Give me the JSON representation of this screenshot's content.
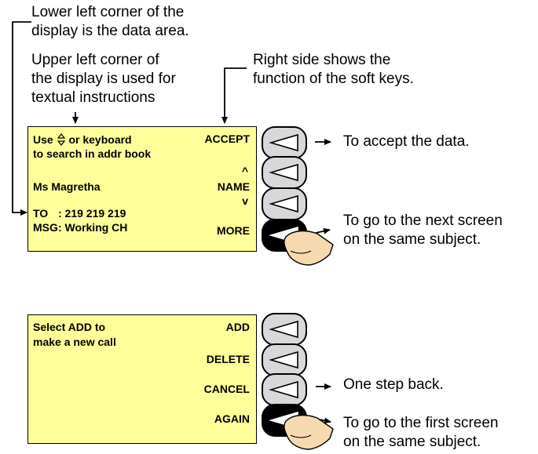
{
  "annotations": {
    "lower_left": [
      "Lower left corner of the",
      "display is the data area."
    ],
    "upper_left": [
      "Upper left corner of",
      "the display is used for",
      "textual instructions"
    ],
    "right_side": [
      "Right side shows the",
      "function of the soft keys."
    ],
    "accept_note": "To accept the data.",
    "more_note": [
      "To go to the next screen",
      "on the same subject."
    ],
    "cancel_note": "One step back.",
    "again_note": [
      "To go to the first screen",
      "on the same subject."
    ]
  },
  "display1": {
    "instr_use": "Use",
    "instr_rest": "or keyboard",
    "instr_line2": "to search in addr book",
    "name": "Ms Magretha",
    "to_label": "TO",
    "to_value": ": 219 219 219",
    "msg_label": "MSG",
    "msg_value": ": Working CH",
    "keys": {
      "accept": "ACCEPT",
      "up": "^",
      "name": "NAME",
      "down": "v",
      "more": "MORE"
    }
  },
  "display2": {
    "instr_line1": "Select ADD to",
    "instr_line2": "make a new call",
    "keys": {
      "add": "ADD",
      "delete": "DELETE",
      "cancel": "CANCEL",
      "again": "AGAIN"
    }
  },
  "colors": {
    "lcd": "#FFFF99",
    "key": "#D8D8D8",
    "key_pressed": "#000000",
    "finger": "#F5D9B0"
  },
  "icons": {
    "up_down": "up-down-arrow-icon",
    "soft_key": "triangle-left-icon",
    "finger": "pressing-finger-icon"
  }
}
